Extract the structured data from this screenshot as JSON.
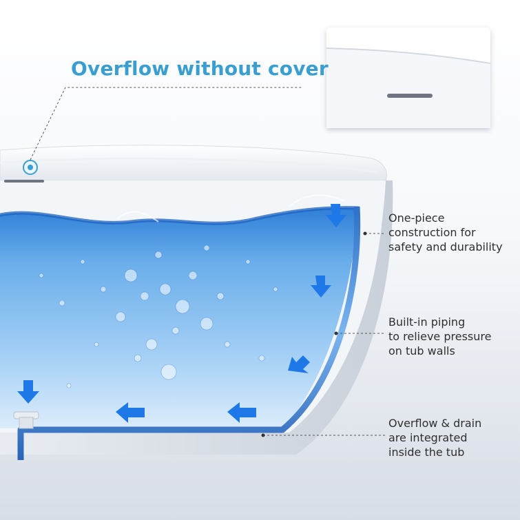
{
  "headline": "Overflow without cover",
  "callouts": [
    {
      "lines": [
        "One-piece",
        "construction for",
        "safety and durability"
      ]
    },
    {
      "lines": [
        "Built-in piping",
        "to relieve pressure",
        "on tub walls"
      ]
    },
    {
      "lines": [
        "Overflow & drain",
        "are integrated",
        "inside the tub"
      ]
    }
  ],
  "colors": {
    "accent": "#3a9fd0",
    "water": "#5fa8e6",
    "arrow": "#1e78e8",
    "text": "#2f2f2f"
  }
}
